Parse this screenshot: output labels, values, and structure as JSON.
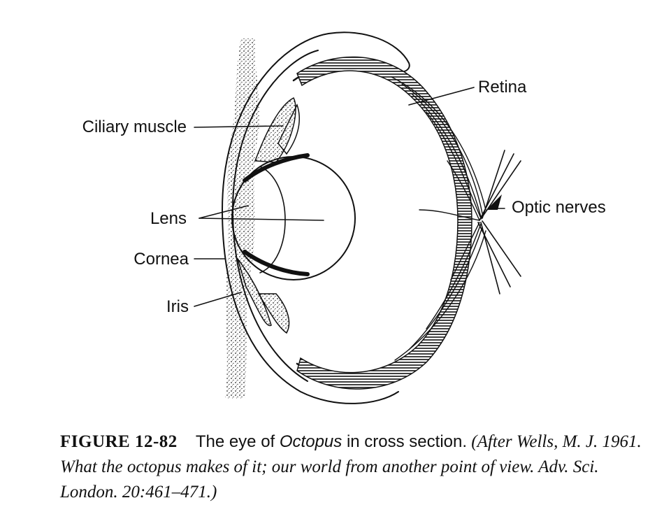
{
  "labels": {
    "retina": "Retina",
    "ciliary_muscle": "Ciliary muscle",
    "optic_nerves": "Optic nerves",
    "lens": "Lens",
    "cornea": "Cornea",
    "iris": "Iris"
  },
  "caption": {
    "number": "FIGURE 12-82",
    "title_before": "The eye of ",
    "title_italic": "Octopus",
    "title_after": " in cross section.",
    "citation": "(After Wells, M. J. 1961. What the octopus makes of it; our world from another point of view. Adv. Sci. London. 20:461–471.)"
  }
}
